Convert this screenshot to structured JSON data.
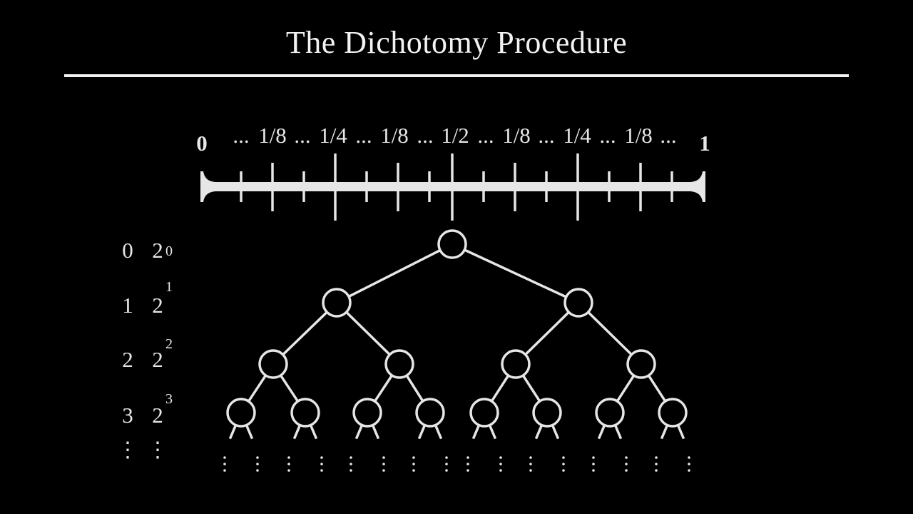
{
  "title": "The Dichotomy Procedure",
  "number_line": {
    "start_label": "0",
    "end_label": "1",
    "fraction_labels": [
      "...",
      "1/8",
      "...",
      "1/4",
      "...",
      "1/8",
      "...",
      "1/2",
      "...",
      "1/8",
      "...",
      "1/4",
      "...",
      "1/8",
      "..."
    ]
  },
  "levels": [
    {
      "level": "0",
      "base": "2",
      "exponent": "0"
    },
    {
      "level": "1",
      "base": "2",
      "exponent": "1"
    },
    {
      "level": "2",
      "base": "2",
      "exponent": "2"
    },
    {
      "level": "3",
      "base": "2",
      "exponent": "3"
    }
  ],
  "continuation_symbol": "⋮",
  "colors": {
    "background": "#000000",
    "foreground": "#e6e6e6"
  }
}
